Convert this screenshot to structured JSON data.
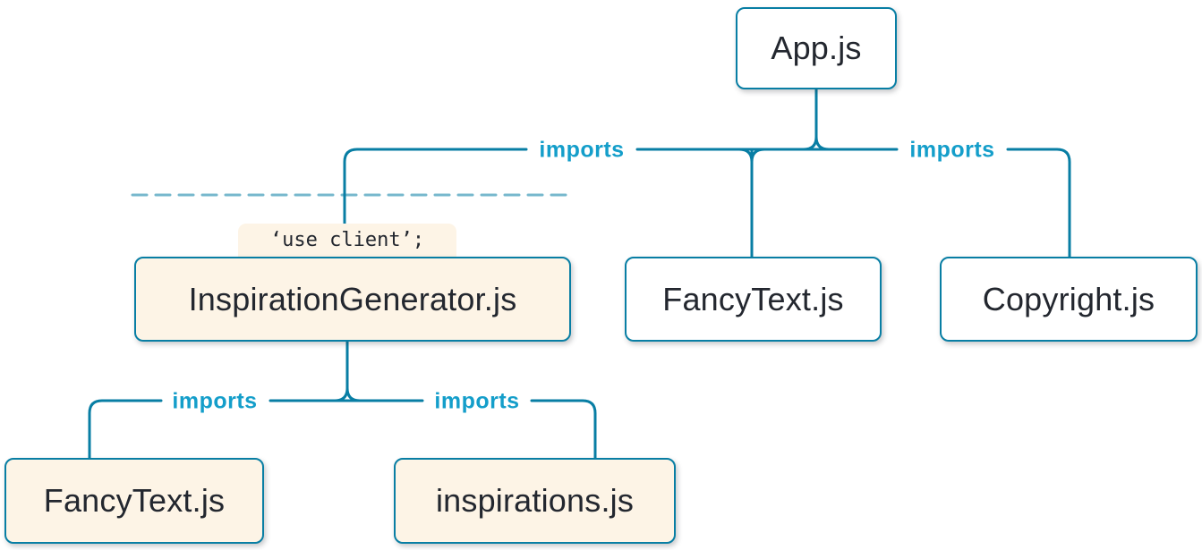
{
  "diagram": {
    "description": "Module dependency tree with client boundary",
    "colors": {
      "line_blue": "#087EA4",
      "imports_label_blue": "#149ECA",
      "client_module_bg": "#FDF4E6",
      "server_module_bg": "#FFFFFF",
      "node_text": "#23272F"
    },
    "nodes": {
      "app": {
        "label": "App.js",
        "type": "server"
      },
      "inspiration_generator": {
        "label": "InspirationGenerator.js",
        "directive": "‘use client’;",
        "type": "client"
      },
      "fancy_text_top": {
        "label": "FancyText.js",
        "type": "server"
      },
      "copyright": {
        "label": "Copyright.js",
        "type": "server"
      },
      "fancy_text_bottom": {
        "label": "FancyText.js",
        "type": "client"
      },
      "inspirations": {
        "label": "inspirations.js",
        "type": "client"
      }
    },
    "edges": [
      {
        "from": "App.js",
        "to": "InspirationGenerator.js",
        "label": "imports"
      },
      {
        "from": "App.js",
        "to": "FancyText.js"
      },
      {
        "from": "App.js",
        "to": "Copyright.js",
        "label": "imports"
      },
      {
        "from": "InspirationGenerator.js",
        "to": "FancyText.js",
        "label": "imports"
      },
      {
        "from": "InspirationGenerator.js",
        "to": "inspirations.js",
        "label": "imports"
      }
    ]
  }
}
